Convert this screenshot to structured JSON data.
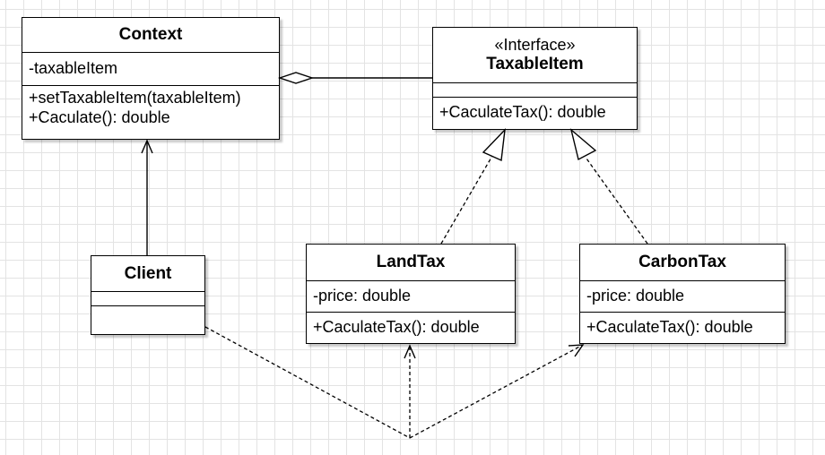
{
  "diagram": {
    "classes": [
      {
        "id": "context",
        "name": "Context",
        "stereotype": "",
        "attributes": [
          "-taxableItem"
        ],
        "operations": [
          "+setTaxableItem(taxableItem)",
          "+Caculate(): double"
        ]
      },
      {
        "id": "taxableitem",
        "name": "TaxableItem",
        "stereotype": "«Interface»",
        "attributes": [],
        "operations": [
          "+CaculateTax(): double"
        ]
      },
      {
        "id": "client",
        "name": "Client",
        "stereotype": "",
        "attributes": [],
        "operations": []
      },
      {
        "id": "landtax",
        "name": "LandTax",
        "stereotype": "",
        "attributes": [
          "-price: double"
        ],
        "operations": [
          "+CaculateTax(): double"
        ]
      },
      {
        "id": "carbontax",
        "name": "CarbonTax",
        "stereotype": "",
        "attributes": [
          "-price: double"
        ],
        "operations": [
          "+CaculateTax(): double"
        ]
      }
    ],
    "relations": [
      {
        "from": "taxableitem",
        "to": "context",
        "type": "aggregation"
      },
      {
        "from": "client",
        "to": "context",
        "type": "association"
      },
      {
        "from": "landtax",
        "to": "taxableitem",
        "type": "realization"
      },
      {
        "from": "carbontax",
        "to": "taxableitem",
        "type": "realization"
      },
      {
        "from": "client",
        "to": "landtax",
        "type": "dependency"
      },
      {
        "from": "client",
        "to": "carbontax",
        "type": "dependency"
      }
    ]
  }
}
